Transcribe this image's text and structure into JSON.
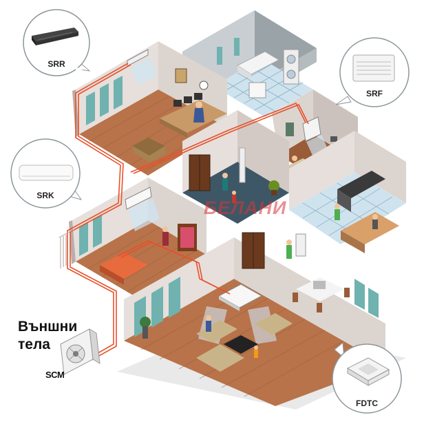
{
  "callouts": [
    {
      "label": "SRR"
    },
    {
      "label": "SRF"
    },
    {
      "label": "SRK"
    },
    {
      "label": "FDTC"
    }
  ],
  "outdoor": {
    "title_line1": "Външни",
    "title_line2": "тела",
    "model": "SCM"
  },
  "watermark": {
    "text": "БЕЛАНИ"
  },
  "colors": {
    "pipe": "#e8502a",
    "floor": "#b8734a",
    "wall": "#dcd4cf",
    "wall_shade": "#bdb3b0",
    "window": "#6fb2b0",
    "callout_border": "#8c969c"
  }
}
